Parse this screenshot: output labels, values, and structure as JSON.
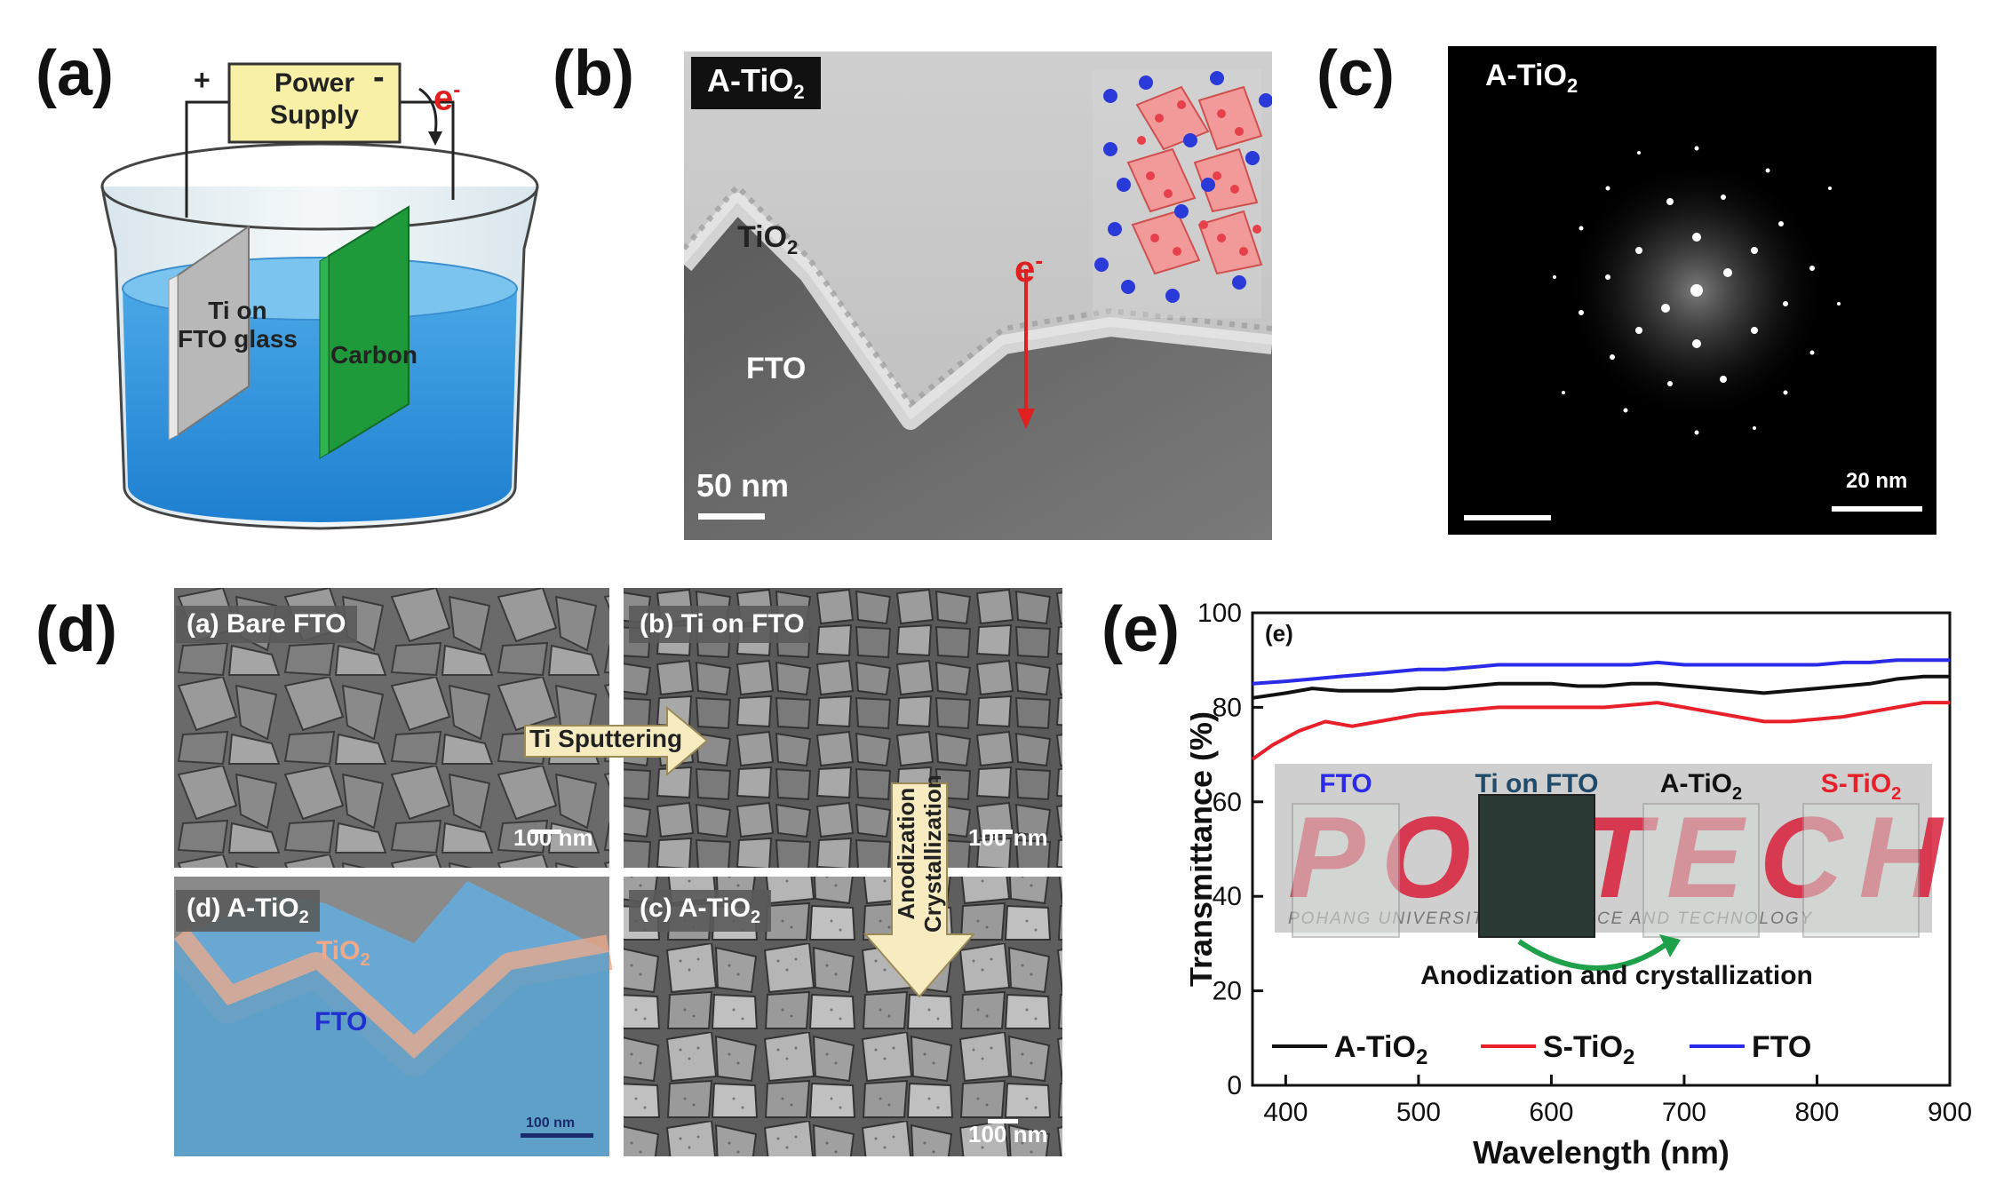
{
  "panels": {
    "a": {
      "label": "(a)",
      "power_supply_line1": "Power",
      "power_supply_line2": "Supply",
      "plus": "+",
      "minus": "-",
      "electron": "e",
      "electron_sup": "-",
      "electrode_left_line1": "Ti on",
      "electrode_left_line2": "FTO glass",
      "electrode_right": "Carbon"
    },
    "b": {
      "label": "(b)",
      "tag_main": "A-TiO",
      "tag_sub": "2",
      "tio2_main": "TiO",
      "tio2_sub": "2",
      "fto": "FTO",
      "electron": "e",
      "electron_sup": "-",
      "scale": "50 nm"
    },
    "c": {
      "label": "(c)",
      "tag_main": "A-TiO",
      "tag_sub": "2",
      "scale": "20 nm"
    },
    "d": {
      "label": "(d)",
      "sub_a": "(a) Bare FTO",
      "sub_b": "(b) Ti on FTO",
      "sub_c_main": "(c) A-TiO",
      "sub_c_sub": "2",
      "sub_d_main": "(d) A-TiO",
      "sub_d_sub": "2",
      "arrow_right": "Ti Sputtering",
      "arrow_down_line1": "Anodization",
      "arrow_down_line2": "Crystallization",
      "tio2_main": "TiO",
      "tio2_sub": "2",
      "fto": "FTO",
      "scale_100": "100 nm"
    },
    "e": {
      "label": "(e)",
      "inner_label": "(e)",
      "photo_labels": {
        "fto": "FTO",
        "ti_on_fto": "Ti on FTO",
        "a_tio2_main": "A-TiO",
        "a_tio2_sub": "2",
        "s_tio2_main": "S-TiO",
        "s_tio2_sub": "2"
      },
      "postech_text": "POSTECH",
      "postech_subtitle": "POHANG UNIVERSITY OF SCIENCE AND TECHNOLOGY",
      "arrow_caption": "Anodization and crystallization"
    }
  },
  "colors": {
    "a_tio2": "#111111",
    "s_tio2": "#e8202a",
    "fto": "#2a2ae8",
    "carbon": "#1e9a3a",
    "power_supply_fill": "#f7f0a6",
    "electron": "#e02020"
  },
  "chart_data": {
    "type": "line",
    "xlabel": "Wavelength (nm)",
    "ylabel": "Transmittance (%)",
    "xlim": [
      375,
      900
    ],
    "ylim": [
      0,
      100
    ],
    "xticks": [
      400,
      500,
      600,
      700,
      800,
      900
    ],
    "yticks": [
      0,
      20,
      40,
      60,
      80,
      100
    ],
    "legend_position": "bottom",
    "series": [
      {
        "name_main": "A-TiO",
        "name_sub": "2",
        "color": "#111111",
        "x": [
          375,
          400,
          420,
          440,
          460,
          480,
          500,
          520,
          540,
          560,
          580,
          600,
          620,
          640,
          660,
          680,
          700,
          720,
          740,
          760,
          780,
          800,
          820,
          840,
          860,
          880,
          900
        ],
        "y": [
          82,
          83,
          84,
          83.5,
          83.5,
          83.5,
          84,
          84,
          84.5,
          85,
          85,
          85,
          84.5,
          84.5,
          85,
          85,
          84.5,
          84,
          83.5,
          83,
          83.5,
          84,
          84.5,
          85,
          86,
          86.5,
          86.5
        ]
      },
      {
        "name_main": "S-TiO",
        "name_sub": "2",
        "color": "#e8202a",
        "x": [
          375,
          390,
          410,
          430,
          450,
          470,
          500,
          520,
          540,
          560,
          580,
          600,
          620,
          640,
          660,
          680,
          700,
          720,
          740,
          760,
          780,
          800,
          820,
          840,
          860,
          880,
          900
        ],
        "y": [
          69,
          72,
          75,
          77,
          76,
          77,
          78.5,
          79,
          79.5,
          80,
          80,
          80,
          80,
          80,
          80.5,
          81,
          80,
          79,
          78,
          77,
          77,
          77.5,
          78,
          79,
          80,
          81,
          81
        ]
      },
      {
        "name_main": "FTO",
        "name_sub": "",
        "color": "#2a2ae8",
        "x": [
          375,
          400,
          420,
          440,
          460,
          480,
          500,
          520,
          540,
          560,
          580,
          600,
          620,
          640,
          660,
          680,
          700,
          720,
          740,
          760,
          780,
          800,
          820,
          840,
          860,
          880,
          900
        ],
        "y": [
          85,
          85.5,
          86,
          86.5,
          87,
          87.5,
          88,
          88,
          88.5,
          89,
          89,
          89,
          89,
          89,
          89,
          89.5,
          89,
          89,
          89,
          89,
          89,
          89,
          89.5,
          89.5,
          90,
          90,
          90
        ]
      }
    ]
  }
}
